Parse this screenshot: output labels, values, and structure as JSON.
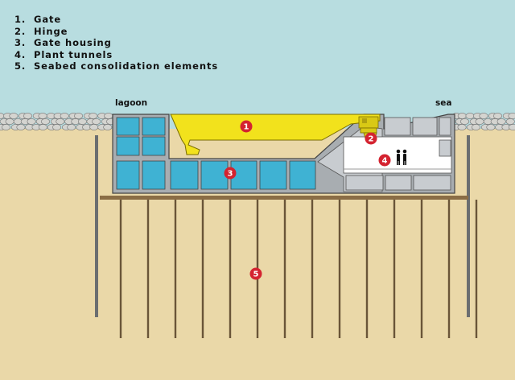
{
  "legend": [
    {
      "number": "1",
      "label": "Gate"
    },
    {
      "number": "2",
      "label": "Hinge"
    },
    {
      "number": "3",
      "label": "Gate housing"
    },
    {
      "number": "4",
      "label": "Plant tunnels"
    },
    {
      "number": "5",
      "label": "Seabed consolidation elements"
    }
  ],
  "places": {
    "left": "lagoon",
    "right": "sea"
  },
  "markers": [
    "1",
    "2",
    "3",
    "4",
    "5"
  ],
  "colors": {
    "water": "#b8dde0",
    "seabed": "#ead8a8",
    "structure": "#a8adb1",
    "chamber": "#3fb2d3",
    "gate": "#f2e21c",
    "tunnel": "#ffffff",
    "marker": "#d42330",
    "piles": "#6a5538"
  }
}
